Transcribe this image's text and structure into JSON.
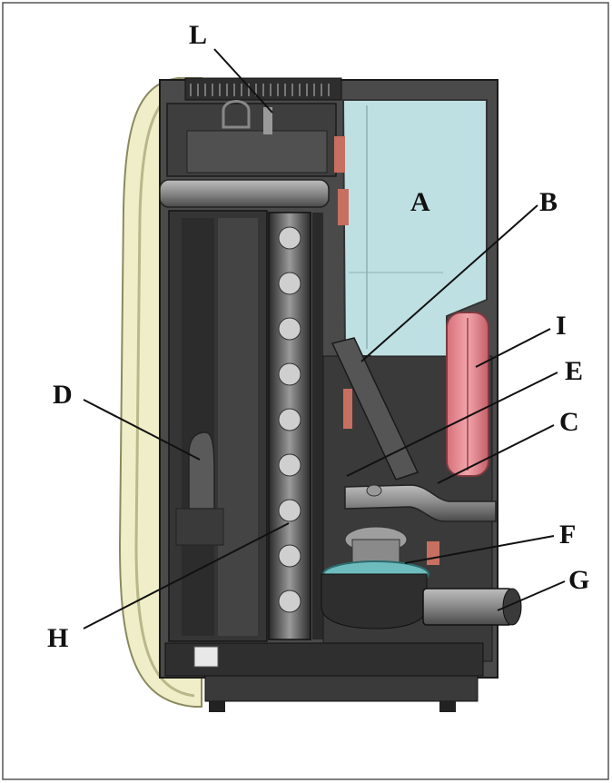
{
  "labels": {
    "L": "L",
    "A": "A",
    "B": "B",
    "I": "I",
    "E": "E",
    "D": "D",
    "C": "C",
    "F": "F",
    "G": "G",
    "H": "H"
  },
  "colors": {
    "tank": "#bfe0e3",
    "body_dark": "#3c3c3c",
    "body_mid": "#5a5a5a",
    "front_panel": "#efeec8",
    "red_part": "#e6848c",
    "fan_ring": "#6fbcbf",
    "frame_border": "#555555"
  }
}
